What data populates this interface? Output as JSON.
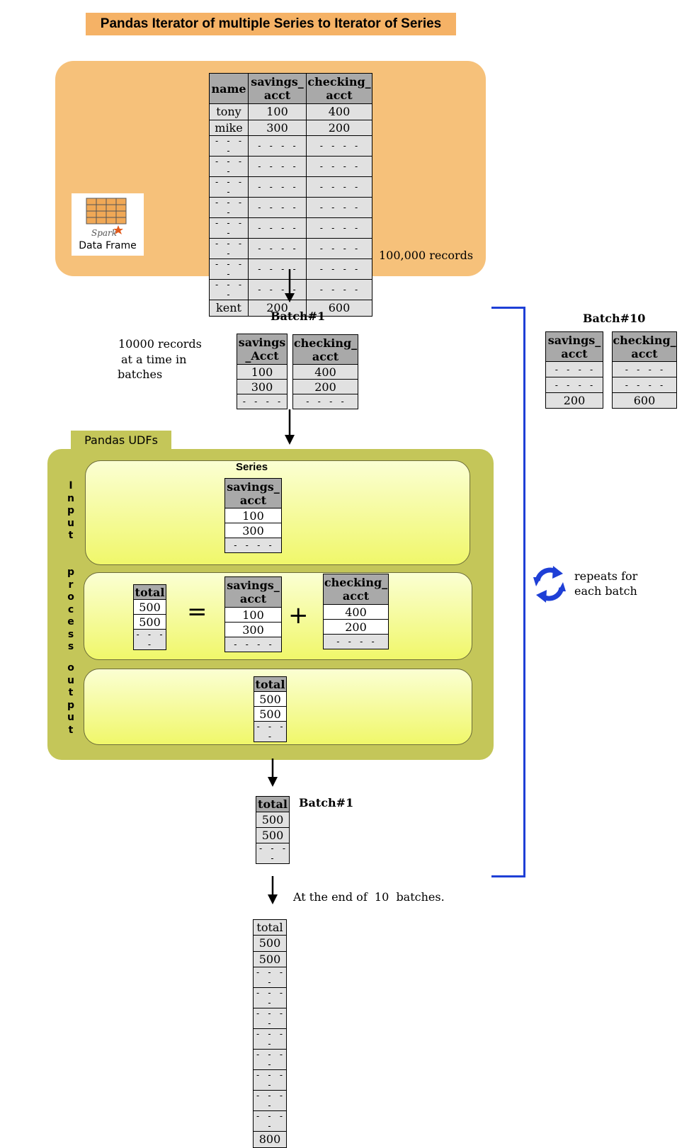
{
  "title": "Pandas Iterator of multiple Series to Iterator of Series",
  "dataframe": {
    "logo_text": "Spark",
    "logo_caption": "Data Frame",
    "headers": [
      "name",
      "savings_ acct",
      "checking_ acct"
    ],
    "first_rows": [
      [
        "tony",
        "100",
        "400"
      ],
      [
        "mike",
        "300",
        "200"
      ]
    ],
    "placeholder": "- - - -",
    "placeholder_rows": 8,
    "last_row": [
      "kent",
      "200",
      "600"
    ],
    "records_label": "100,000 records"
  },
  "batch1": {
    "label": "Batch#1",
    "note": [
      "10000 records",
      "at a time in",
      "batches"
    ],
    "savings": {
      "header": "savings _Acct",
      "values": [
        "100",
        "300"
      ],
      "placeholder": "- - - -"
    },
    "checking": {
      "header": "checking_ acct",
      "values": [
        "400",
        "200"
      ],
      "placeholder": "- - - -"
    }
  },
  "batch10": {
    "label": "Batch#10",
    "savings": {
      "header": "savings_ acct",
      "placeholders": [
        "- - - -",
        "- - - -"
      ],
      "last": "200"
    },
    "checking": {
      "header": "checking_ acct",
      "placeholders": [
        "- - - -",
        "- - - -"
      ],
      "last": "600"
    }
  },
  "udf": {
    "tab_label": "Pandas UDFs",
    "input_label": "Input",
    "process_label": "process",
    "output_label": "output",
    "series_label": "Series",
    "input_series": {
      "header": "savings_ acct",
      "values": [
        "100",
        "300"
      ],
      "placeholder": "- - - -"
    },
    "total": {
      "header": "total",
      "values": [
        "500",
        "500"
      ],
      "placeholder": "- - - -"
    },
    "equals": "=",
    "plus": "+",
    "proc_savings": {
      "header": "savings_ acct",
      "values": [
        "100",
        "300"
      ],
      "placeholder": "- - - -"
    },
    "proc_checking": {
      "header": "checking_ acct",
      "values": [
        "400",
        "200"
      ],
      "placeholder": "- - - -"
    },
    "output_total": {
      "header": "total",
      "values": [
        "500",
        "500"
      ],
      "placeholder": "- - - -"
    }
  },
  "repeat": {
    "text": [
      "repeats for",
      "each batch"
    ],
    "icon_color": "#1e3fd6"
  },
  "result_batch": {
    "label": "Batch#1",
    "header": "total",
    "values": [
      "500",
      "500"
    ],
    "placeholder": "- - - -"
  },
  "end": {
    "label": "At the end of  10  batches.",
    "header": "total",
    "first": [
      "500",
      "500"
    ],
    "placeholder": "- - - -",
    "placeholder_rows": 8,
    "last": "800"
  }
}
